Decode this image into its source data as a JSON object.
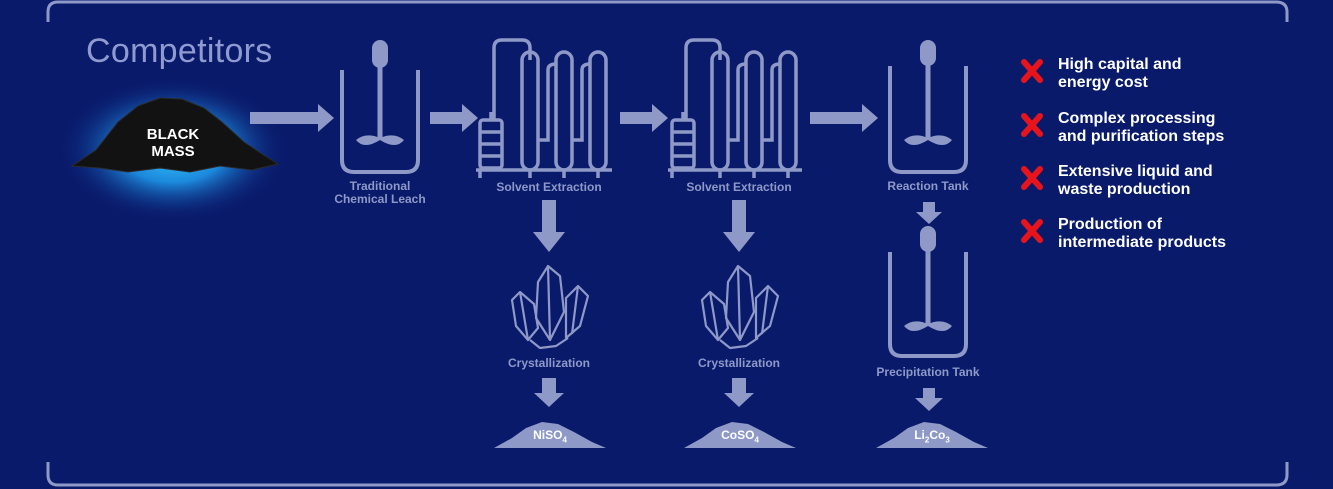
{
  "title": "Competitors",
  "feedstock": {
    "line1": "BLACK",
    "line2": "MASS"
  },
  "steps": {
    "leach": {
      "line1": "Traditional",
      "line2": "Chemical Leach"
    },
    "sx1": "Solvent Extraction",
    "sx2": "Solvent Extraction",
    "reaction": "Reaction Tank",
    "cryst1": "Crystallization",
    "cryst2": "Crystallization",
    "precip": "Precipitation Tank"
  },
  "products": {
    "p1": {
      "pre": "NiSO",
      "sub": "4",
      "post": ""
    },
    "p2": {
      "pre": "CoSO",
      "sub": "4",
      "post": ""
    },
    "p3": {
      "pre": "Li",
      "sub": "2",
      "post": "Co",
      "sub2": "3"
    }
  },
  "cons": [
    {
      "line1": "High capital and",
      "line2": "energy cost"
    },
    {
      "line1": "Complex processing",
      "line2": "and purification steps"
    },
    {
      "line1": "Extensive liquid and",
      "line2": "waste production"
    },
    {
      "line1": "Production of",
      "line2": "intermediate products"
    }
  ],
  "colors": {
    "background": "#0a1a6b",
    "equipment": "#8e99c8",
    "cross": "#e8141c",
    "glow": "#1ea8ff"
  },
  "icons": [
    "arrow-icon",
    "tank-icon",
    "column-icon",
    "crystal-icon",
    "powder-icon",
    "cross-icon"
  ]
}
